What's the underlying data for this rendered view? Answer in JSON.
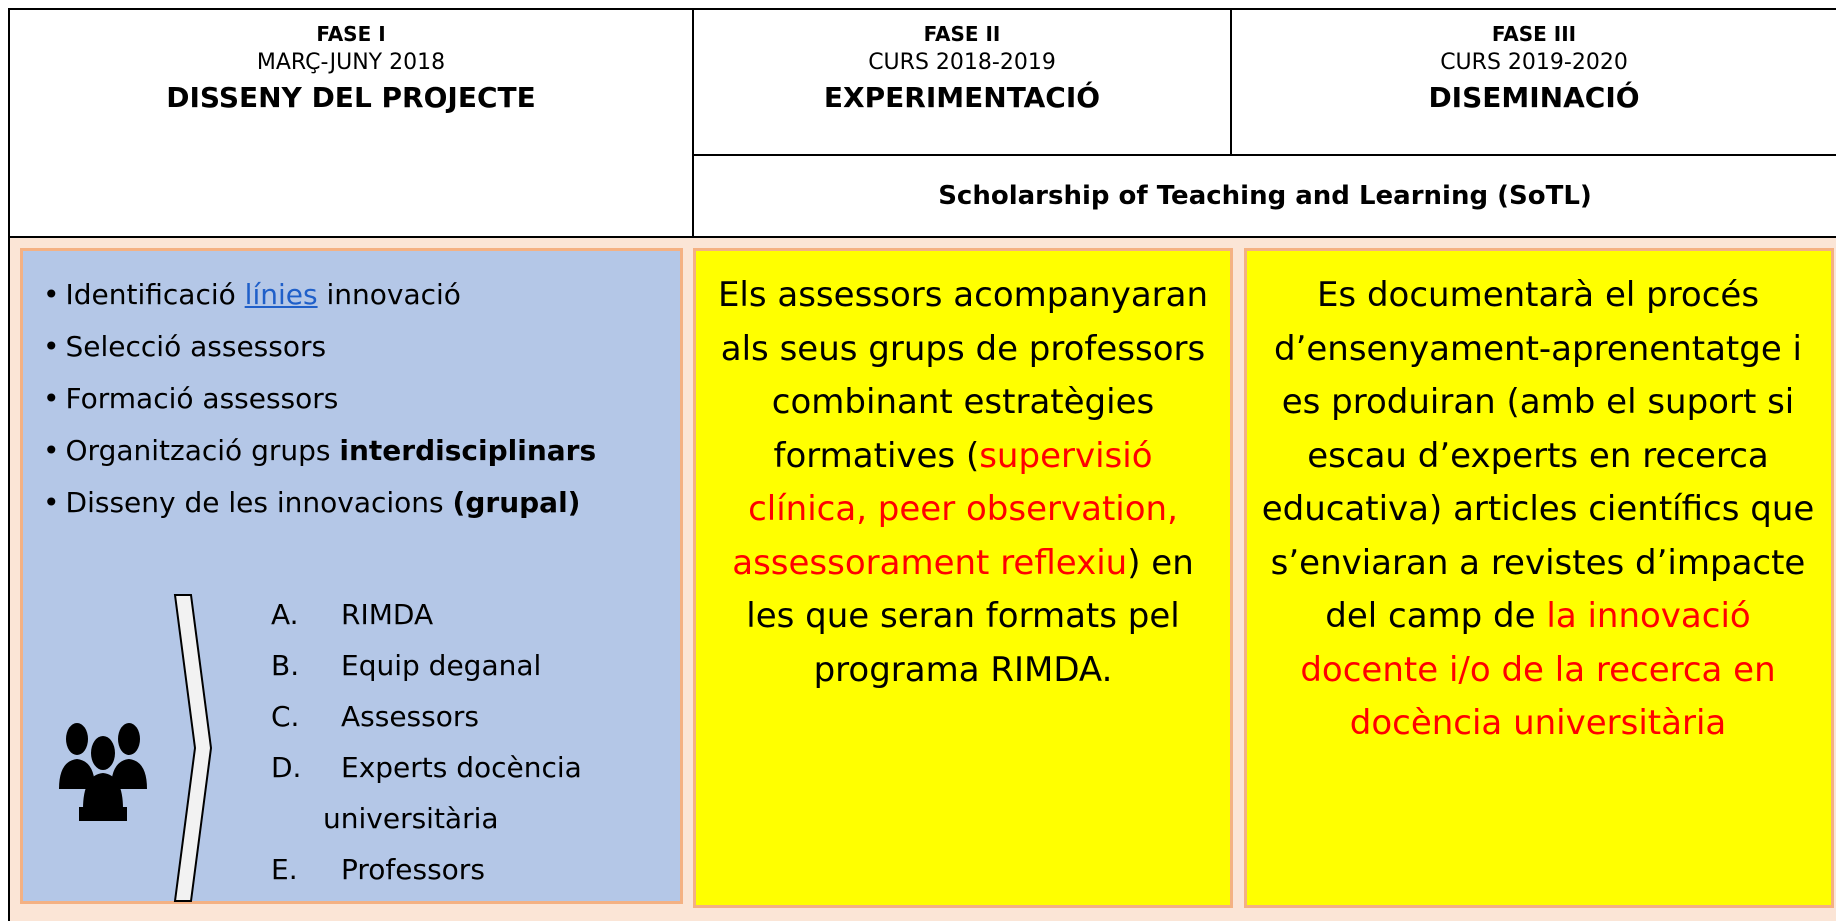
{
  "phases": [
    {
      "label": "FASE I",
      "dates": "MARÇ-JUNY 2018",
      "title": "DISSENY DEL PROJECTE"
    },
    {
      "label": "FASE II",
      "dates": "CURS 2018-2019",
      "title": "EXPERIMENTACIÓ"
    },
    {
      "label": "FASE III",
      "dates": "CURS 2019-2020",
      "title": "DISEMINACIÓ"
    }
  ],
  "sotl_banner": "Scholarship of Teaching and Learning (SoTL)",
  "phase1": {
    "bullets": {
      "b1_pre": "Identificació ",
      "b1_link": "línies",
      "b1_post": " innovació",
      "b2": "Selecció assessors",
      "b3": "Formació assessors",
      "b4_pre": "Organització grups ",
      "b4_bold": "interdisciplinars",
      "b5_pre": "Disseny de les innovacions ",
      "b5_bold": "(grupal)"
    },
    "actors": [
      {
        "mark": "A.",
        "text": "RIMDA"
      },
      {
        "mark": "B.",
        "text": "Equip deganal"
      },
      {
        "mark": "C.",
        "text": "Assessors"
      },
      {
        "mark": "D.",
        "text": "Experts docència",
        "continuation": "universitària"
      },
      {
        "mark": "E.",
        "text": "Professors"
      }
    ],
    "icon": "people-group-icon"
  },
  "phase2": {
    "text_pre": "Els  assessors acompanyaran als seus grups de professors combinant estratègies formatives (",
    "text_red": "supervisió clínica, peer observation, assessorament reflexiu",
    "text_post": ") en les que seran formats pel programa RIMDA."
  },
  "phase3": {
    "text_pre": "Es documentarà el procés d’ensenyament-aprenentatge i es produiran (amb el suport si escau d’experts en recerca educativa) articles científics que s’enviaran a revistes d’impacte del camp de ",
    "text_red": "la innovació docente i/o de la recerca en docència universitària"
  },
  "colors": {
    "blue_box": "#b4c7e7",
    "yellow_box": "#ffff00",
    "background": "#fbe5d6",
    "box_border": "#f4b183",
    "highlight_red": "#ff0000",
    "link": "#1f5fc9"
  }
}
